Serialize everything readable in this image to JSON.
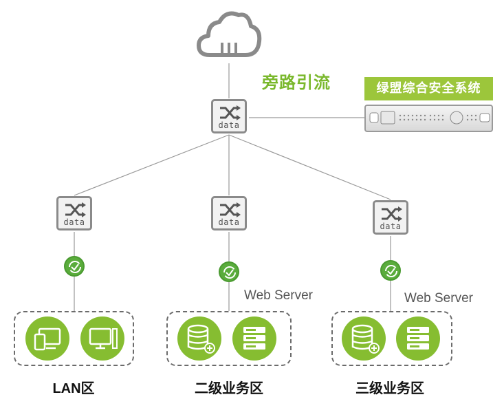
{
  "labels": {
    "bypass_title": "旁路引流",
    "product_name": "绿盟综合安全系统",
    "switch_text": "data",
    "web_server": "Web Server"
  },
  "zones": [
    {
      "name": "LAN区"
    },
    {
      "name": "二级业务区"
    },
    {
      "name": "三级业务区"
    }
  ],
  "colors": {
    "accent_green": "#86bd31",
    "title_green": "#7ab82c",
    "line_gray": "#8a8a8a"
  },
  "icons": [
    "cloud-icon",
    "switch-icon",
    "sync-icon",
    "tablet-icon",
    "desktop-icon",
    "database-icon",
    "server-rack-icon",
    "appliance-icon"
  ]
}
